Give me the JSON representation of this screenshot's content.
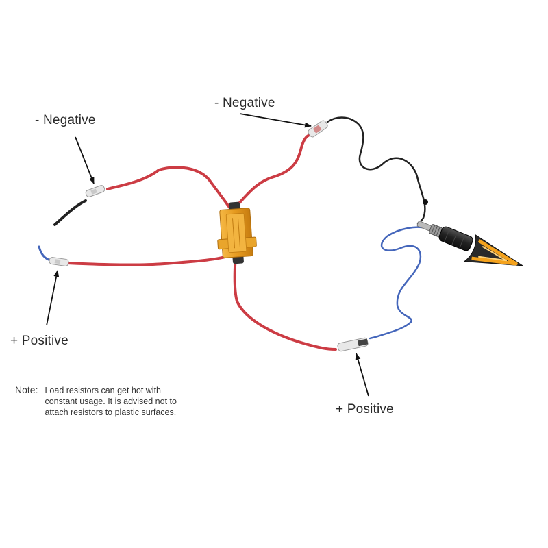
{
  "labels": {
    "negative_left": "- Negative",
    "negative_mid": "- Negative",
    "positive_left": "+ Positive",
    "positive_right": "+ Positive"
  },
  "note": {
    "title": "Note:",
    "text": "Load resistors can get hot with constant usage. It is advised not to attach resistors to plastic surfaces."
  },
  "colors": {
    "red_wire": "#cc3c44",
    "blue_wire": "#4466bb",
    "black_wire": "#222222",
    "resistor": "#e59a1f",
    "led": "#f4a21c"
  }
}
